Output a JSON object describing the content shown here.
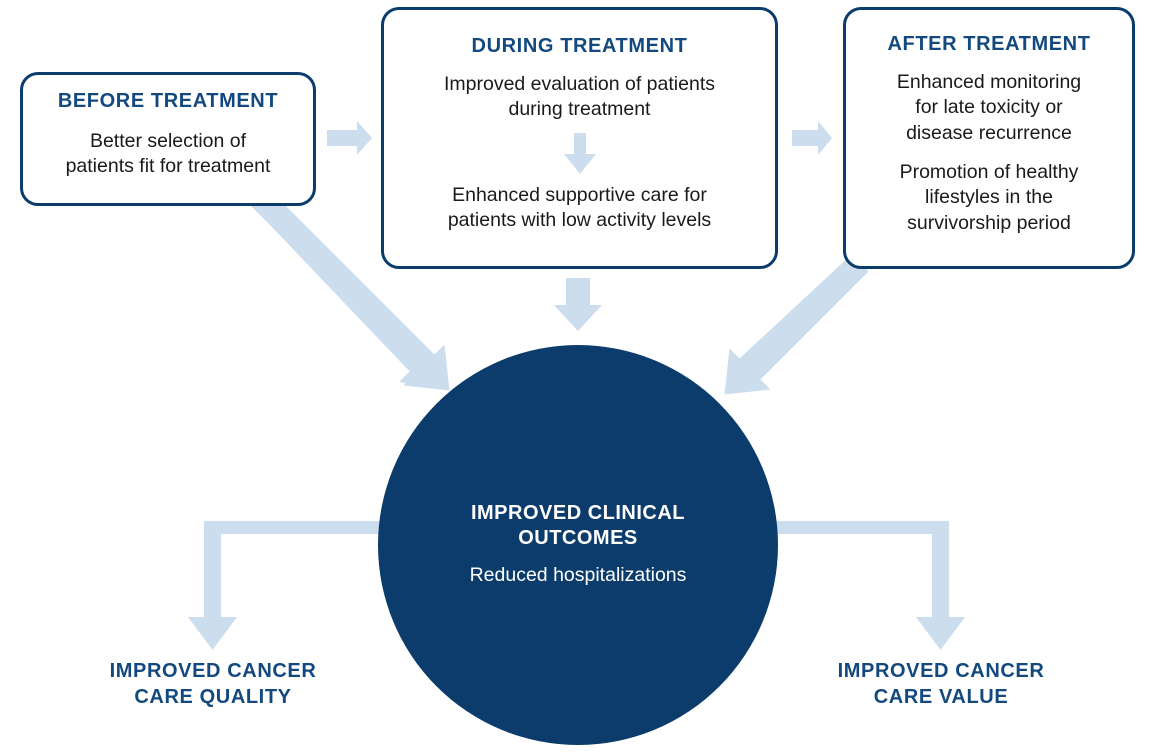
{
  "diagram": {
    "title_hidden": "",
    "colors": {
      "navy": "#0b3c6b",
      "heading_navy": "#13497f",
      "light_blue_arrow": "#ccdded",
      "body_text": "#1a1a1a",
      "white": "#ffffff"
    },
    "stages": [
      {
        "id": "before-treatment",
        "heading": "BEFORE TREATMENT",
        "lines": [
          "Better selection of",
          "patients fit for treatment"
        ]
      },
      {
        "id": "during-treatment",
        "heading": "DURING TREATMENT",
        "block_one": [
          "Improved evaluation of patients",
          "during treatment"
        ],
        "block_two": [
          "Enhanced supportive care for",
          "patients with low activity levels"
        ],
        "inner_arrow": "down-arrow-icon"
      },
      {
        "id": "after-treatment",
        "heading": "AFTER TREATMENT",
        "block_one": [
          "Enhanced monitoring",
          "for late toxicity or",
          "disease recurrence"
        ],
        "block_two": [
          "Promotion of healthy",
          "lifestyles in the",
          "survivorship period"
        ]
      }
    ],
    "center": {
      "id": "improved-clinical-outcomes",
      "title_lines": [
        "IMPROVED CLINICAL",
        "OUTCOMES"
      ],
      "subtitle": "Reduced hospitalizations"
    },
    "outcomes": [
      {
        "id": "improved-cancer-care-quality",
        "lines": [
          "IMPROVED CANCER",
          "CARE QUALITY"
        ]
      },
      {
        "id": "improved-cancer-care-value",
        "lines": [
          "IMPROVED CANCER",
          "CARE VALUE"
        ]
      }
    ],
    "connectors": [
      {
        "id": "before-to-during",
        "type": "arrow-right-icon"
      },
      {
        "id": "during-to-after",
        "type": "arrow-right-icon"
      },
      {
        "id": "before-to-center",
        "type": "arrow-diagonal-down-right-icon"
      },
      {
        "id": "during-to-center",
        "type": "arrow-down-icon"
      },
      {
        "id": "after-to-center",
        "type": "arrow-diagonal-down-left-icon"
      },
      {
        "id": "center-to-quality",
        "type": "elbow-arrow-left-down-icon"
      },
      {
        "id": "center-to-value",
        "type": "elbow-arrow-right-down-icon"
      }
    ]
  }
}
